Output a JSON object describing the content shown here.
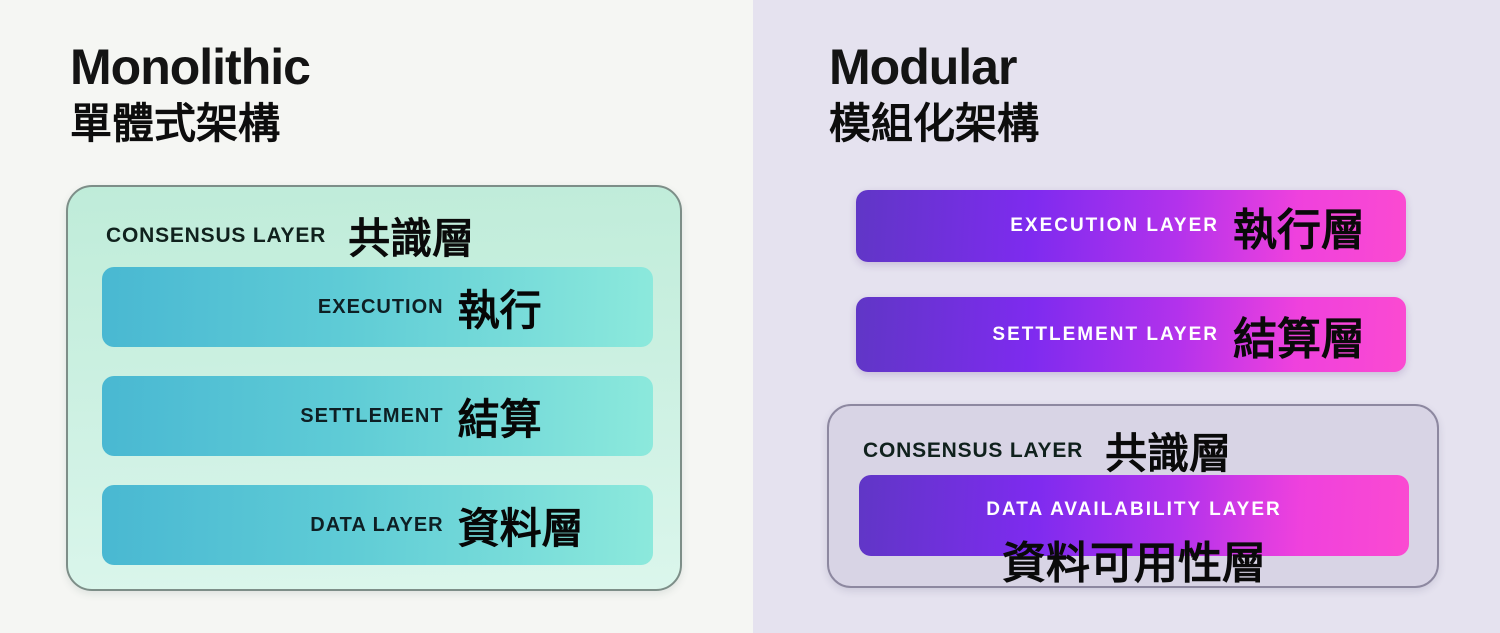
{
  "panels": {
    "monolithic": {
      "title": "Monolithic",
      "subtitle": "單體式架構",
      "consensus": {
        "label": "CONSENSUS LAYER",
        "zh": "共識層"
      },
      "layers": [
        {
          "label": "EXECUTION",
          "zh": "執行"
        },
        {
          "label": "SETTLEMENT",
          "zh": "結算"
        },
        {
          "label": "DATA LAYER",
          "zh": "資料層"
        }
      ],
      "colors": {
        "background": "#f5f6f3",
        "container_top": "#bfecd9",
        "container_bottom": "#dbf6ec",
        "container_border": "#7d8e88",
        "box_gradient_left": "#49b8d2",
        "box_gradient_right": "#8ce9dc",
        "text": "#0a0a0a"
      }
    },
    "modular": {
      "title": "Modular",
      "subtitle": "模組化架構",
      "bars": [
        {
          "label": "EXECUTION LAYER",
          "zh": "執行層"
        },
        {
          "label": "SETTLEMENT LAYER",
          "zh": "結算層"
        }
      ],
      "consensus": {
        "label": "CONSENSUS LAYER",
        "zh": "共識層"
      },
      "data_availability": {
        "label": "DATA AVAILABILITY LAYER",
        "zh": "資料可用性層"
      },
      "colors": {
        "background": "#e5e2ef",
        "bar_gradient_left": "#6036c6",
        "bar_gradient_mid": "#b232ec",
        "bar_gradient_right": "#fb4ad1",
        "container_fill": "#d8d4e5",
        "container_border": "#8d88a0",
        "bar_label_text": "#ffffff",
        "text": "#0a0a0a"
      }
    }
  }
}
